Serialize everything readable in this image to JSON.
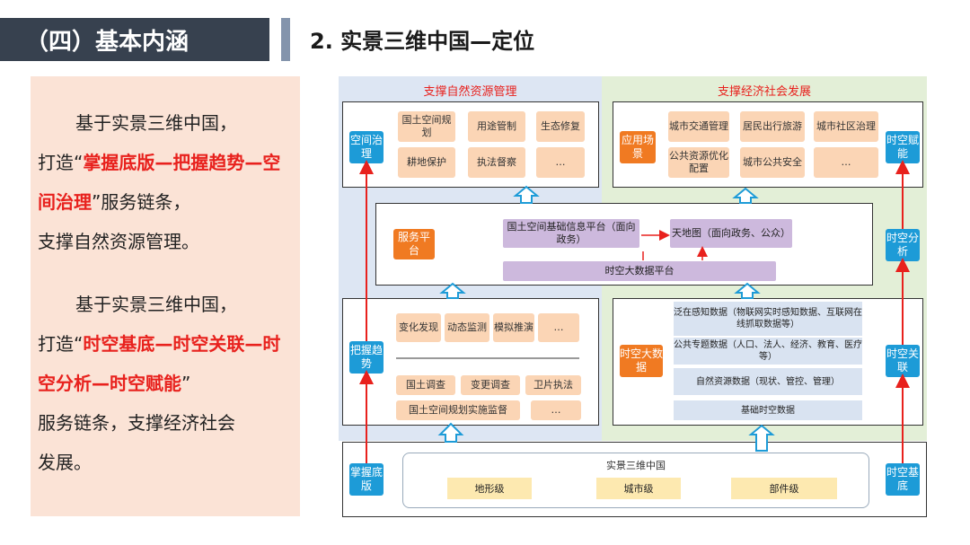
{
  "header": {
    "section_label": "（四）基本内涵",
    "title": "2. 实景三维中国—定位"
  },
  "left_text": {
    "p1_a": "基于实景三维中国，",
    "p1_b": "打造“",
    "p1_red": "掌握底版—把握趋势—空间治理",
    "p1_c": "”服务链条，",
    "p1_d": "支撑自然资源管理。",
    "p2_a": "基于实景三维中国，",
    "p2_b": "打造“",
    "p2_red": "时空基底—时空关联—时空分析—时空赋能",
    "p2_c": "”",
    "p2_d": "服务链条，支撑经济社会",
    "p2_e": "发展。"
  },
  "diagram": {
    "left_title": "支撑自然资源管理",
    "right_title": "支撑经济社会发展",
    "tl_cells": [
      "国土空间规划",
      "用途管制",
      "生态修复",
      "耕地保护",
      "执法督察",
      "…"
    ],
    "tr_cells": [
      "城市交通管理",
      "居民出行旅游",
      "城市社区治理",
      "公共资源优化配置",
      "城市公共安全",
      "…"
    ],
    "tag_space_gov": "空间治理",
    "tag_app_scene": "应用场景",
    "tag_st_empower": "时空赋能",
    "tag_service_platform": "服务平台",
    "tag_st_analysis": "时空分析",
    "platform_1": "国土空间基础信息平台（面向政务）",
    "platform_2": "天地图（面向政务、公众）",
    "platform_3": "时空大数据平台",
    "ml_top_cells": [
      "变化发现",
      "动态监测",
      "模拟推演",
      "…"
    ],
    "ml_bottom_cells": [
      "国土调查",
      "变更调查",
      "卫片执法",
      "国土空间规划实施监督",
      "…"
    ],
    "tag_grasp_trend": "把握趋势",
    "tag_st_bigdata": "时空大数据",
    "tag_st_relation": "时空关联",
    "bigdata_rows": [
      "泛在感知数据（物联网实时感知数据、互联网在线抓取数据等）",
      "公共专题数据（人口、法人、经济、教育、医疗等）",
      "自然资源数据（现状、管控、管理）",
      "基础时空数据"
    ],
    "tag_grasp_base": "掌握底版",
    "tag_st_base": "时空基底",
    "base_title": "实景三维中国",
    "base_levels": [
      "地形级",
      "城市级",
      "部件级"
    ]
  },
  "colors": {
    "header_bg": "#37414f",
    "accent_red": "#e8211d",
    "tag_blue": "#1d9bd7",
    "tag_orange": "#f07a22"
  }
}
